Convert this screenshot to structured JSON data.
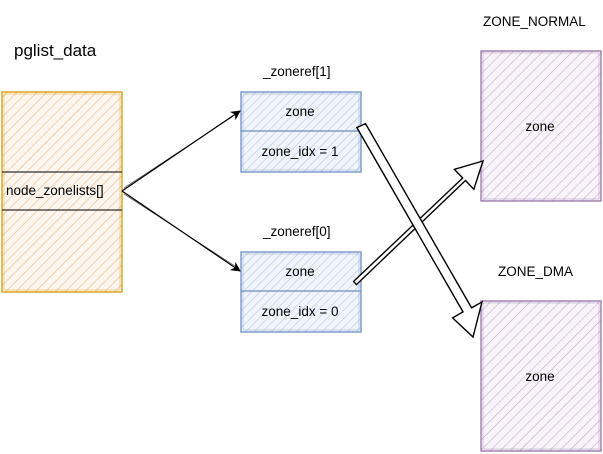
{
  "pglist": {
    "title": "pglist_data",
    "field": "node_zonelists[]",
    "color": "#d79b00",
    "fill_hatch": "#e8b98a"
  },
  "zonerefs": [
    {
      "label": "_zoneref[1]",
      "zone": "zone",
      "idx": "zone_idx = 1"
    },
    {
      "label": "_zoneref[0]",
      "zone": "zone",
      "idx": "zone_idx = 0"
    }
  ],
  "zones": [
    {
      "label": "ZONE_NORMAL",
      "text": "zone"
    },
    {
      "label": "ZONE_DMA",
      "text": "zone"
    }
  ],
  "colors": {
    "zoneref_stroke": "#6c8ebf",
    "zoneref_hatch": "#a9c4eb",
    "zone_stroke": "#9673a6",
    "zone_hatch": "#c3abd0",
    "arrow": "#000000"
  }
}
